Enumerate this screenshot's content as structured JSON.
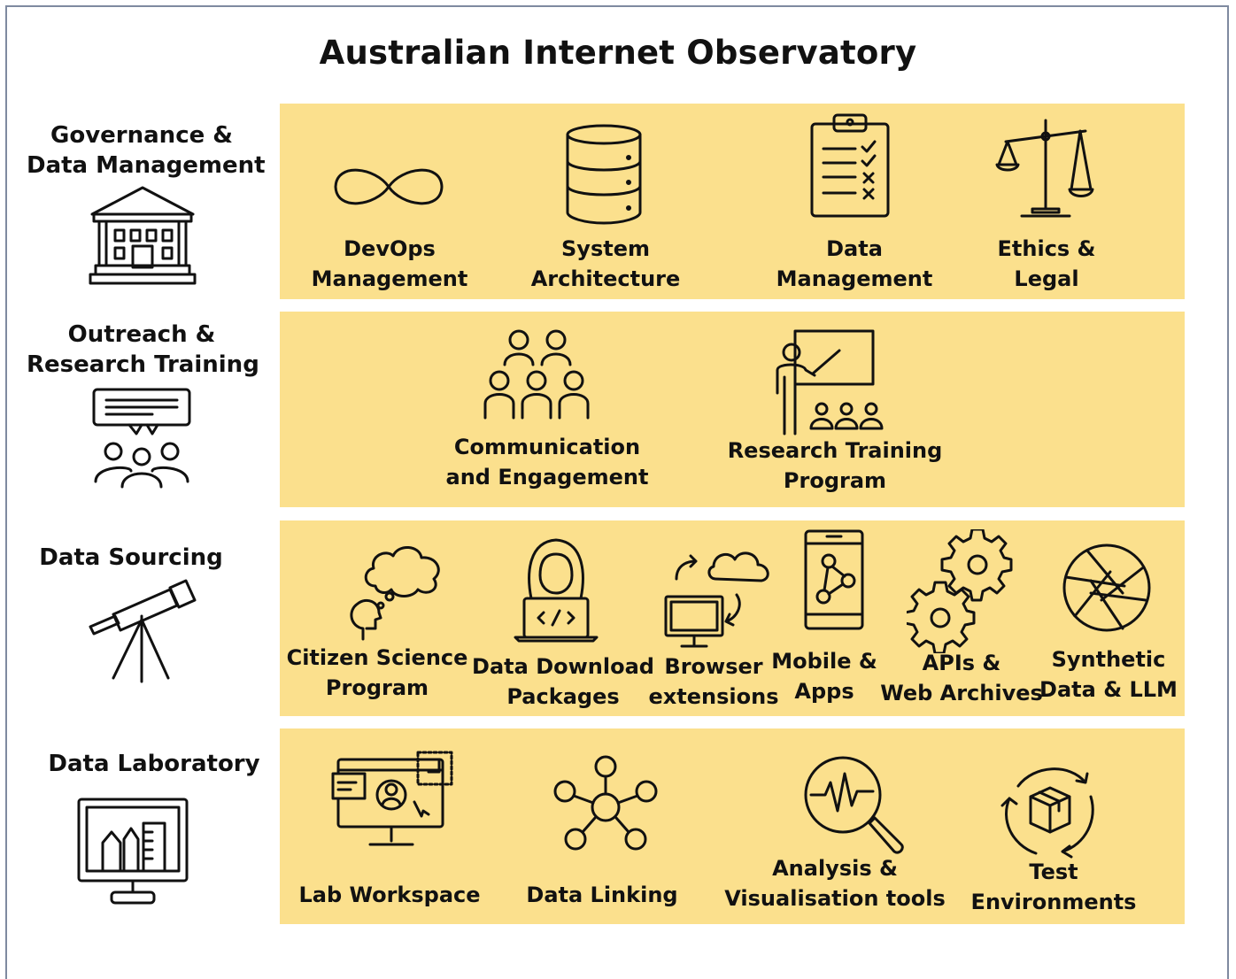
{
  "title": "Australian Internet Observatory",
  "colors": {
    "band": "#fbe08d",
    "ink": "#111111",
    "frame": "#7f8aa0"
  },
  "rows": [
    {
      "label": [
        "Governance &",
        "Data Management"
      ],
      "icon": "building-icon",
      "items": [
        {
          "icon": "infinity-icon",
          "caption": [
            "DevOps",
            "Management"
          ]
        },
        {
          "icon": "database-icon",
          "caption": [
            "System",
            "Architecture"
          ]
        },
        {
          "icon": "clipboard-checklist-icon",
          "caption": [
            "Data",
            "Management"
          ]
        },
        {
          "icon": "scales-icon",
          "caption": [
            "Ethics &",
            "Legal"
          ]
        }
      ]
    },
    {
      "label": [
        "Outreach &",
        "Research Training"
      ],
      "icon": "presentation-audience-icon",
      "items": [
        {
          "icon": "group-people-icon",
          "caption": [
            "Communication",
            "and Engagement"
          ]
        },
        {
          "icon": "teacher-board-icon",
          "caption": [
            "Research Training",
            "Program"
          ]
        }
      ]
    },
    {
      "label": [
        "Data Sourcing"
      ],
      "icon": "telescope-icon",
      "items": [
        {
          "icon": "thought-cloud-icon",
          "caption": [
            "Citizen Science",
            "Program"
          ]
        },
        {
          "icon": "person-laptop-code-icon",
          "caption": [
            "Data Download",
            "Packages"
          ]
        },
        {
          "icon": "computer-cloud-sync-icon",
          "caption": [
            "Browser",
            "extensions"
          ]
        },
        {
          "icon": "mobile-network-icon",
          "caption": [
            "Mobile &",
            "Apps"
          ]
        },
        {
          "icon": "gears-icon",
          "caption": [
            "APIs &",
            "Web Archives"
          ]
        },
        {
          "icon": "aperture-icon",
          "caption": [
            "Synthetic",
            "Data & LLM"
          ]
        }
      ]
    },
    {
      "label": [
        "Data Laboratory"
      ],
      "icon": "monitor-tools-icon",
      "items": [
        {
          "icon": "workspace-screen-icon",
          "caption": [
            "Lab Workspace"
          ]
        },
        {
          "icon": "network-people-icon",
          "caption": [
            "Data Linking"
          ]
        },
        {
          "icon": "magnifier-pulse-icon",
          "caption": [
            "Analysis &",
            "Visualisation tools"
          ]
        },
        {
          "icon": "box-cycle-icon",
          "caption": [
            "Test",
            "Environments"
          ]
        }
      ]
    }
  ]
}
